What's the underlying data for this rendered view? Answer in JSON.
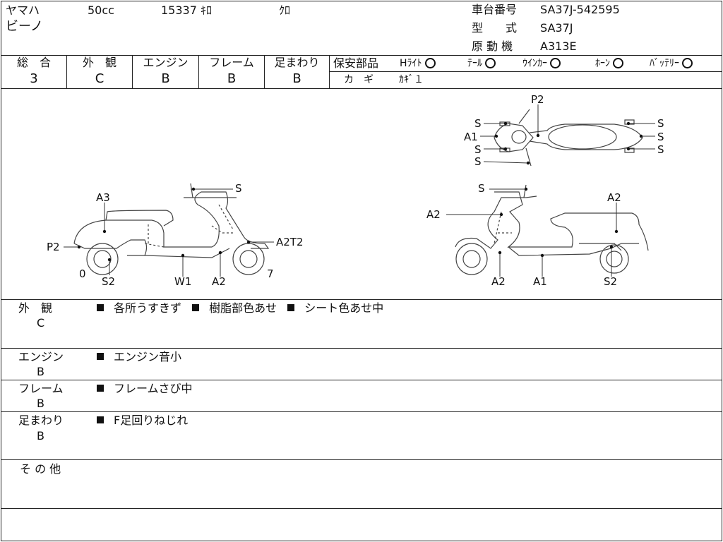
{
  "header": {
    "maker": "ヤマハ",
    "displacement": "50cc",
    "mileage": "15337 ｷﾛ",
    "color": "ｸﾛ",
    "model_name": "ビーノ",
    "frame_no_label": "車台番号",
    "frame_no_value": "SA37J-542595",
    "type_label": "型　　式",
    "type_value": "SA37J",
    "engine_label": "原 動 機",
    "engine_value": "A313E"
  },
  "grades": [
    {
      "label": "総　合",
      "value": "3"
    },
    {
      "label": "外　観",
      "value": "C"
    },
    {
      "label": "エンジン",
      "value": "B"
    },
    {
      "label": "フレーム",
      "value": "B"
    },
    {
      "label": "足まわり",
      "value": "B"
    }
  ],
  "safety": {
    "label": "保安部品",
    "items": [
      "Hﾗｲﾄ",
      "ﾃｰﾙ",
      "ｳｲﾝｶｰ",
      "ﾎｰﾝ",
      "ﾊﾞｯﾃﾘｰ"
    ],
    "key_label": "カ　ギ",
    "key_value": "ｶｷﾞ１"
  },
  "diagram_labels": {
    "left_side": [
      "A3",
      "P2",
      "0",
      "S2",
      "W1",
      "A2",
      "7",
      "S",
      "A2T2"
    ],
    "right_side": [
      "S",
      "A2",
      "A2",
      "A2",
      "A1",
      "S2"
    ],
    "top_view": [
      "P2",
      "S",
      "A1",
      "S",
      "S",
      "S",
      "S",
      "S"
    ]
  },
  "notes": [
    {
      "category": "外　観",
      "grade": "C",
      "items": [
        "各所うすきず",
        "樹脂部色あせ",
        "シート色あせ中"
      ]
    },
    {
      "category": "エンジン",
      "grade": "B",
      "items": [
        "エンジン音小"
      ]
    },
    {
      "category": "フレーム",
      "grade": "B",
      "items": [
        "フレームさび中"
      ]
    },
    {
      "category": "足まわり",
      "grade": "B",
      "items": [
        "F足回りねじれ"
      ]
    },
    {
      "category": "そ の 他",
      "grade": "",
      "items": []
    }
  ]
}
